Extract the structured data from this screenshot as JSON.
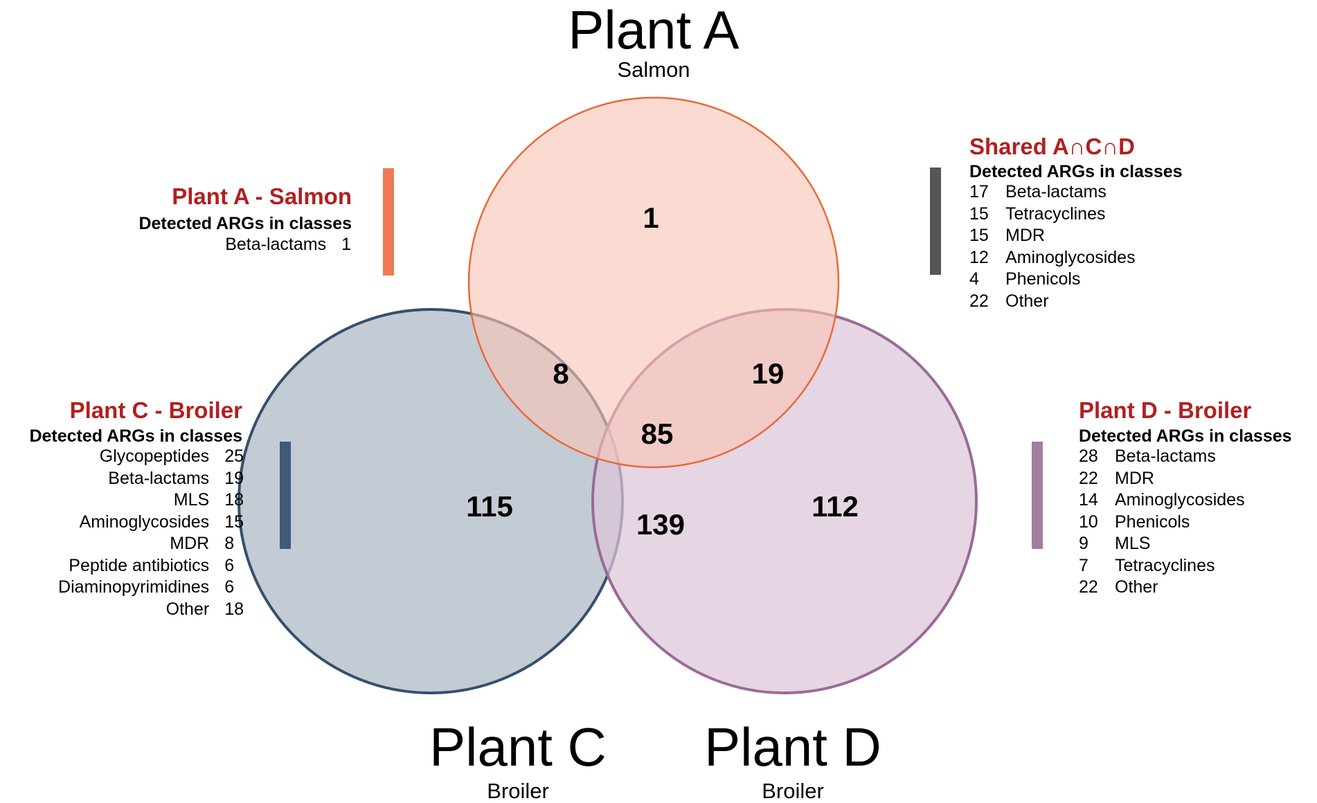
{
  "colors": {
    "plant_a_fill": "#f8c5b5",
    "plant_a_stroke": "#e8693a",
    "plant_c_fill": "#b8c2cd",
    "plant_c_stroke": "#34506c",
    "plant_d_fill": "#dcc5d8",
    "plant_d_stroke": "#9a6a99",
    "label_red": "#b02020",
    "bar_a": "#ef7a55",
    "bar_shared": "#555555",
    "bar_c": "#3f5a78",
    "bar_d": "#a37ca2"
  },
  "sets": [
    {
      "id": "A",
      "title": "Plant A",
      "subtitle": "Salmon"
    },
    {
      "id": "C",
      "title": "Plant C",
      "subtitle": "Broiler"
    },
    {
      "id": "D",
      "title": "Plant D",
      "subtitle": "Broiler"
    }
  ],
  "regions": {
    "A_only": "1",
    "A_C": "8",
    "A_D": "19",
    "A_C_D": "85",
    "C_only": "115",
    "C_D": "139",
    "D_only": "112"
  },
  "panels": {
    "plant_a": {
      "title": "Plant A - Salmon",
      "heading": "Detected ARGs in classes",
      "rows": [
        {
          "name": "Beta-lactams",
          "count": "1"
        }
      ]
    },
    "shared": {
      "title": "Shared A∩C∩D",
      "heading": "Detected ARGs in classes",
      "rows": [
        {
          "count": "17",
          "name": "Beta-lactams"
        },
        {
          "count": "15",
          "name": "Tetracyclines"
        },
        {
          "count": "15",
          "name": "MDR"
        },
        {
          "count": "12",
          "name": "Aminoglycosides"
        },
        {
          "count": "4",
          "name": "Phenicols"
        },
        {
          "count": "22",
          "name": "Other"
        }
      ]
    },
    "plant_c": {
      "title": "Plant C - Broiler",
      "heading": "Detected ARGs in classes",
      "rows": [
        {
          "name": "Glycopeptides",
          "count": "25"
        },
        {
          "name": "Beta-lactams",
          "count": "19"
        },
        {
          "name": "MLS",
          "count": "18"
        },
        {
          "name": "Aminoglycosides",
          "count": "15"
        },
        {
          "name": "MDR",
          "count": "8"
        },
        {
          "name": "Peptide antibiotics",
          "count": "6"
        },
        {
          "name": "Diaminopyrimidines",
          "count": "6"
        },
        {
          "name": "Other",
          "count": "18"
        }
      ]
    },
    "plant_d": {
      "title": "Plant D - Broiler",
      "heading": "Detected ARGs in classes",
      "rows": [
        {
          "count": "28",
          "name": "Beta-lactams"
        },
        {
          "count": "22",
          "name": "MDR"
        },
        {
          "count": "14",
          "name": "Aminoglycosides"
        },
        {
          "count": "10",
          "name": "Phenicols"
        },
        {
          "count": "9",
          "name": "MLS"
        },
        {
          "count": "7",
          "name": "Tetracyclines"
        },
        {
          "count": "22",
          "name": "Other"
        }
      ]
    }
  }
}
